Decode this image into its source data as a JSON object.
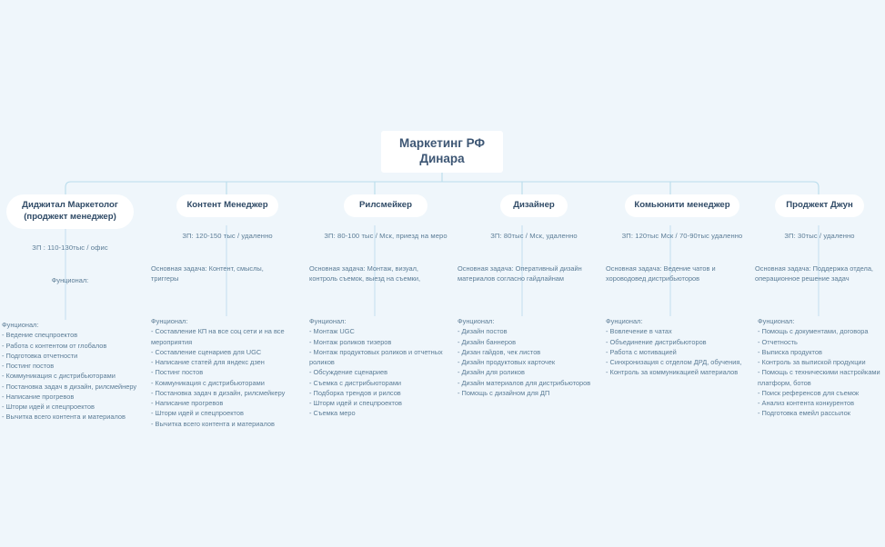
{
  "theme": {
    "background": "#eff6fb",
    "card_bg": "#ffffff",
    "line_color": "#b9dcec",
    "title_color": "#3d5674",
    "pill_color": "#2f4a66",
    "body_color": "#5b7c96"
  },
  "root": {
    "title_line1": "Маркетинг РФ",
    "title_line2": "Динара"
  },
  "columns": [
    {
      "id": "digital-marketolog",
      "title_lines": [
        "Диджитал Маркетолог",
        "(проджект менеджер)"
      ],
      "salary": "ЗП : 110-130тыс / офис",
      "task": "Фунционал:",
      "task_centered": true,
      "func_head": "Фунционал:",
      "func_items": [
        "- Ведение спецпроектов",
        "- Работа с контентом от глобалов",
        "- Подготовка отчетности",
        "- Постинг постов",
        "- Коммуникация с дистрибьюторами",
        "- Постановка задач в дизайн, рилсмейнеру",
        "- Написание прогревов",
        "- Шторм идей и спецпроектов",
        "- Вычитка всего контента и материалов"
      ]
    },
    {
      "id": "content-manager",
      "title_lines": [
        "Контент Менеджер"
      ],
      "salary": "ЗП: 120-150 тыс / удаленно",
      "task": "Основная задача: Контент, смыслы, триггеры",
      "task_centered": false,
      "func_head": "Фунционал:",
      "func_items": [
        "- Составление КП на все соц сети и на все мероприятия",
        "- Составление сценариев для UGC",
        "- Написание статей для яндекс дзен",
        "- Постинг постов",
        "- Коммуникация с дистрибьюторами",
        "- Постановка задач в дизайн, рилсмейкеру",
        "- Написание прогревов",
        "- Шторм идей и спецпроектов",
        "- Вычитка всего контента и материалов"
      ]
    },
    {
      "id": "rilsmaker",
      "title_lines": [
        "Рилсмейкер"
      ],
      "salary": "ЗП: 80-100 тыс / Мск, приезд на меро",
      "task": "Основная задача: Монтаж, визуал, контроль съемок, выезд на съемки,",
      "task_centered": false,
      "func_head": "Фунционал:",
      "func_items": [
        "- Монтаж UGC",
        "- Монтаж роликов тизеров",
        "- Монтаж продуктовых роликов и отчетных роликов",
        "- Обсуждение сценариев",
        "- Съемка с дистрибьюторами",
        "- Подборка трендов и рилсов",
        "- Шторм идей и спецпроектов",
        "- Съемка меро"
      ]
    },
    {
      "id": "designer",
      "title_lines": [
        "Дизайнер"
      ],
      "salary": "ЗП: 80тыс / Мск, удаленно",
      "task": "Основная задача: Оперативный дизайн материалов согласно гайдлайнам",
      "task_centered": false,
      "func_head": "Фунционал:",
      "func_items": [
        "- Дизайн постов",
        "- Дизайн баннеров",
        "- Дизан гайдов, чек листов",
        "- Дизайн продуктовых карточек",
        "- Дизайн для роликов",
        "- Дизайн материалов для дистрибьюторов",
        "- Помощь с дизайном для ДП"
      ]
    },
    {
      "id": "community-manager",
      "title_lines": [
        "Комьюнити менеджер"
      ],
      "salary": "ЗП: 120тыс Мск / 70-90тыс удаленно",
      "task": "Основная задача: Ведение чатов и хороводовед дистрибьюторов",
      "task_centered": false,
      "func_head": "Фунционал:",
      "func_items": [
        "- Вовлечение в чатах",
        "- Объединение дистрибьюторов",
        "- Работа с мотивацией",
        "- Синхронизация с отделом ДРД, обучения,",
        "- Контроль за коммуникацией материалов"
      ]
    },
    {
      "id": "project-jun",
      "title_lines": [
        "Проджект Джун"
      ],
      "salary": "ЗП: 30тыс / удаленно",
      "task": "Основная задача: Поддержка отдела, операционное решение задач",
      "task_centered": false,
      "func_head": "Фунционал:",
      "func_items": [
        "- Помощь с документами, договора",
        "- Отчетность",
        "- Выписка продуктов",
        "- Контроль за выпиской продукции",
        "- Помощь с техническими настройками платформ, ботов",
        "- Поиск референсов для съемок",
        "- Анализ контента конкурентов",
        " - Подготовка емейл рассылок"
      ]
    }
  ]
}
